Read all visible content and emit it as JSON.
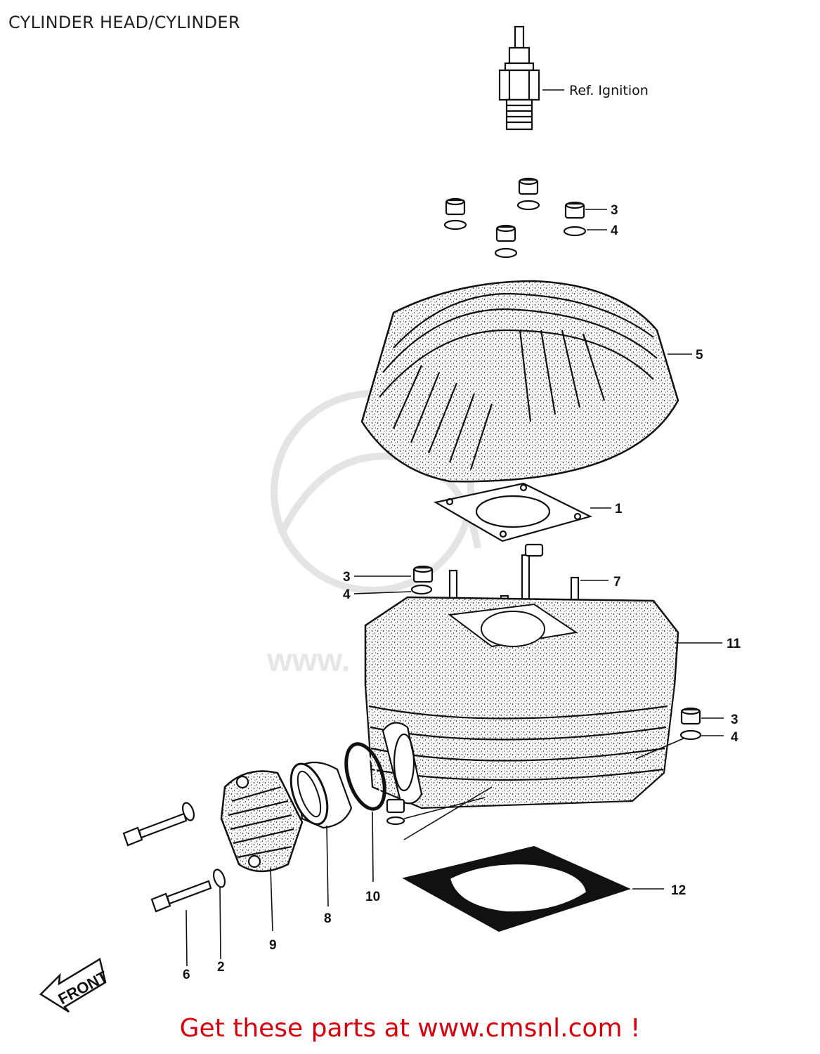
{
  "title": "CYLINDER HEAD/CYLINDER",
  "footer": "Get these parts at www.cmsnl.com !",
  "colors": {
    "footer": "#d8000c",
    "ink": "#111111",
    "watermark": "#e4e4e4"
  },
  "annotations": {
    "ref_ignition": "Ref. Ignition",
    "front": "FRONT"
  },
  "callouts": {
    "c1": "1",
    "c2": "2",
    "c3a": "3",
    "c3b": "3",
    "c3c": "3",
    "c4a": "4",
    "c4b": "4",
    "c4c": "4",
    "c5": "5",
    "c6": "6",
    "c7": "7",
    "c8": "8",
    "c9": "9",
    "c10": "10",
    "c11": "11",
    "c12": "12"
  }
}
